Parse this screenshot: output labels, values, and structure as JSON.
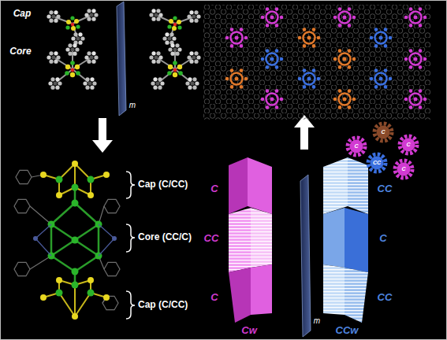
{
  "diagram": {
    "labels": [
      "Cap",
      "Core",
      "m",
      "Cap (C/CC)",
      "Core (CC/C)",
      "Cap (C/CC)",
      "C",
      "CC",
      "C",
      "Cw",
      "m",
      "CC",
      "C",
      "CC",
      "CCw",
      "C",
      "C",
      "C",
      "CC",
      "C"
    ]
  }
}
